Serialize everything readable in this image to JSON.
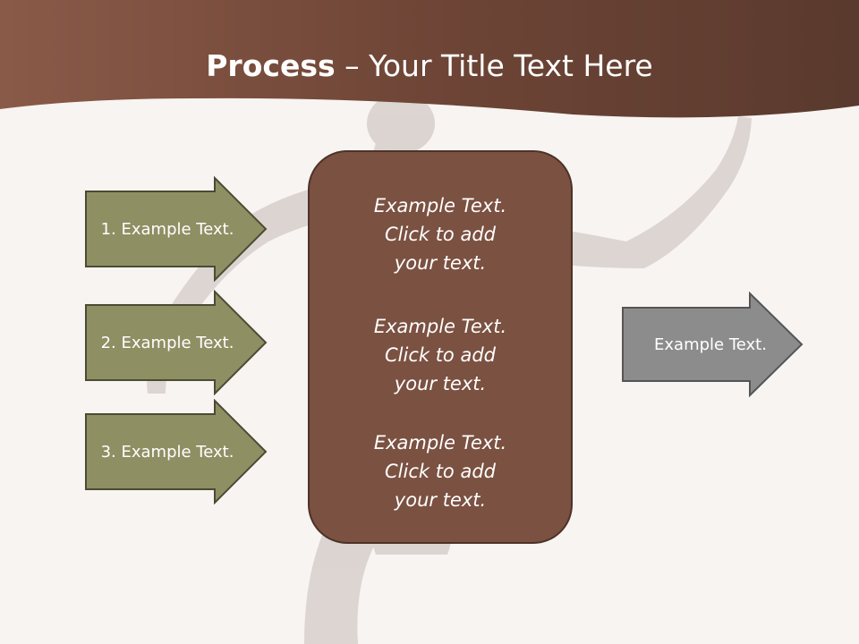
{
  "header": {
    "title_bold": "Process",
    "title_rest": " – Your Title Text Here"
  },
  "colors": {
    "header_brown": "#7a4f3f",
    "header_dark": "#4a3128",
    "olive_arrow": "#8f8f64",
    "olive_border": "#4b4b34",
    "center_box": "#7b5141",
    "gray_arrow": "#8c8c8c",
    "silhouette": "#d6cfcb"
  },
  "inputs": [
    {
      "label": "1. Example Text."
    },
    {
      "label": "2. Example Text."
    },
    {
      "label": "3. Example Text."
    }
  ],
  "process": {
    "items": [
      {
        "line1": "Example Text.",
        "line2": "Click  to add",
        "line3": "your text."
      },
      {
        "line1": "Example Text.",
        "line2": "Click  to add",
        "line3": "your text."
      },
      {
        "line1": "Example Text.",
        "line2": "Click  to add",
        "line3": "your text."
      }
    ]
  },
  "output": {
    "label": "Example Text."
  }
}
